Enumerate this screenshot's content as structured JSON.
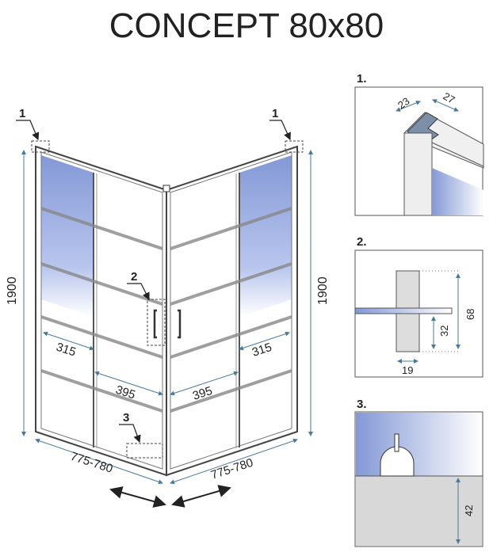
{
  "title": "CONCEPT 80x80",
  "main_drawing": {
    "callouts": [
      "1",
      "1",
      "2",
      "3"
    ],
    "height_left": "1900",
    "height_right": "1900",
    "fixed_width_left": "315",
    "fixed_width_right": "315",
    "door_width_left": "395",
    "door_width_right": "395",
    "base_left": "775-780",
    "base_right": "775-780"
  },
  "details": [
    {
      "label": "1.",
      "dims": [
        "23",
        "27"
      ]
    },
    {
      "label": "2.",
      "dims": [
        "68",
        "32",
        "19"
      ]
    },
    {
      "label": "3.",
      "dims": [
        "42"
      ]
    }
  ],
  "colors": {
    "glass": "#8fa3d8",
    "frame": "#555555",
    "dim": "#4a7a9a"
  }
}
